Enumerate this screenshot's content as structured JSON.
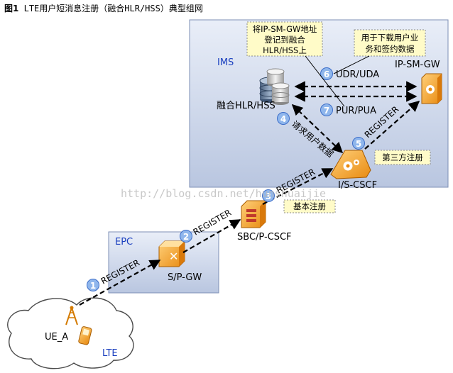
{
  "figure": {
    "number": "图1",
    "title": "LTE用户短消息注册（融合HLR/HSS）典型组网"
  },
  "domains": {
    "ims": "IMS",
    "epc": "EPC",
    "lte": "LTE"
  },
  "nodes": {
    "ue": "UE_A",
    "spgw": "S/P-GW",
    "sbc": "SBC/P-CSCF",
    "iscscf": "I/S-CSCF",
    "hlr": "融合HLR/HSS",
    "ipsmgw": "IP-SM-GW"
  },
  "steps": [
    {
      "num": "1",
      "label": "REGISTER"
    },
    {
      "num": "2",
      "label": "REGISTER"
    },
    {
      "num": "3",
      "label": "REGISTER"
    },
    {
      "num": "4",
      "label": "请求用户数据"
    },
    {
      "num": "5",
      "label": "REGISTER"
    },
    {
      "num": "6",
      "label": "UDR/UDA"
    },
    {
      "num": "7",
      "label": "PUR/PUA"
    }
  ],
  "notes": {
    "hlr_note": [
      "将IP-SM-GW地址",
      "登记到融合",
      "HLR/HSS上"
    ],
    "udr_note": [
      "用于下载用户业",
      "务和签约数据"
    ],
    "third_party": "第三方注册",
    "basic": "基本注册"
  },
  "watermark": "http://blog.csdn.net/hunshuaijie"
}
